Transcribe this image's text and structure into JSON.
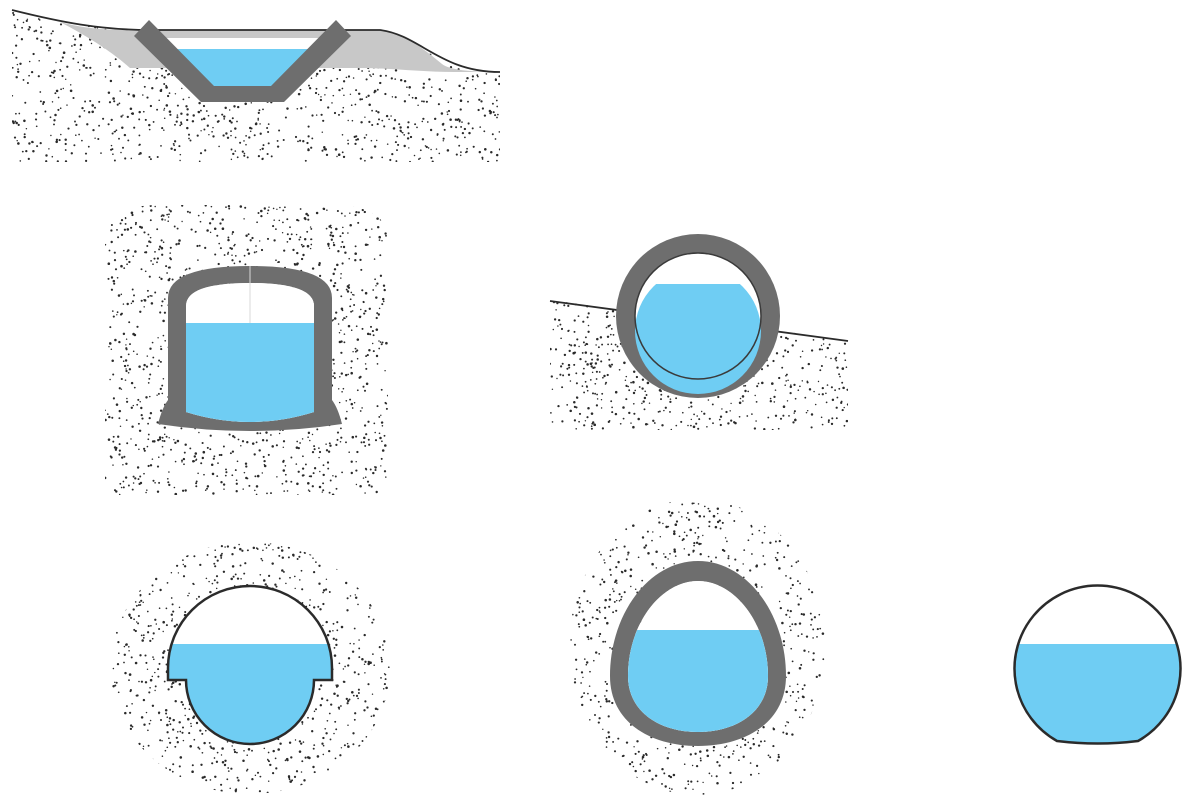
{
  "colors": {
    "background": "#ffffff",
    "soil_dot": "#2a2a2a",
    "lining": "#6e6e6e",
    "embankment": "#c8c8c8",
    "water": "#6fcdf3",
    "outline": "#2b2b2b",
    "air": "#ffffff"
  },
  "diagram": {
    "panels": [
      {
        "id": "trapezoidal-channel",
        "shape": "open-trapezoid",
        "lined": true,
        "surroundings": "ground-with-embankment"
      },
      {
        "id": "horseshoe-conduit",
        "shape": "horseshoe",
        "lined": true,
        "surroundings": "soil-all-around"
      },
      {
        "id": "circular-pipe-on-slope",
        "shape": "circle",
        "lined": true,
        "surroundings": "sloping-ground-below"
      },
      {
        "id": "semicircular-with-shoulders",
        "shape": "stepped-semicircle",
        "lined": false,
        "surroundings": "soil-all-around"
      },
      {
        "id": "egg-shaped-conduit",
        "shape": "egg",
        "lined": true,
        "surroundings": "soil-all-around"
      },
      {
        "id": "truncated-circle",
        "shape": "flat-bottom-circle",
        "lined": false,
        "surroundings": "none"
      }
    ]
  }
}
